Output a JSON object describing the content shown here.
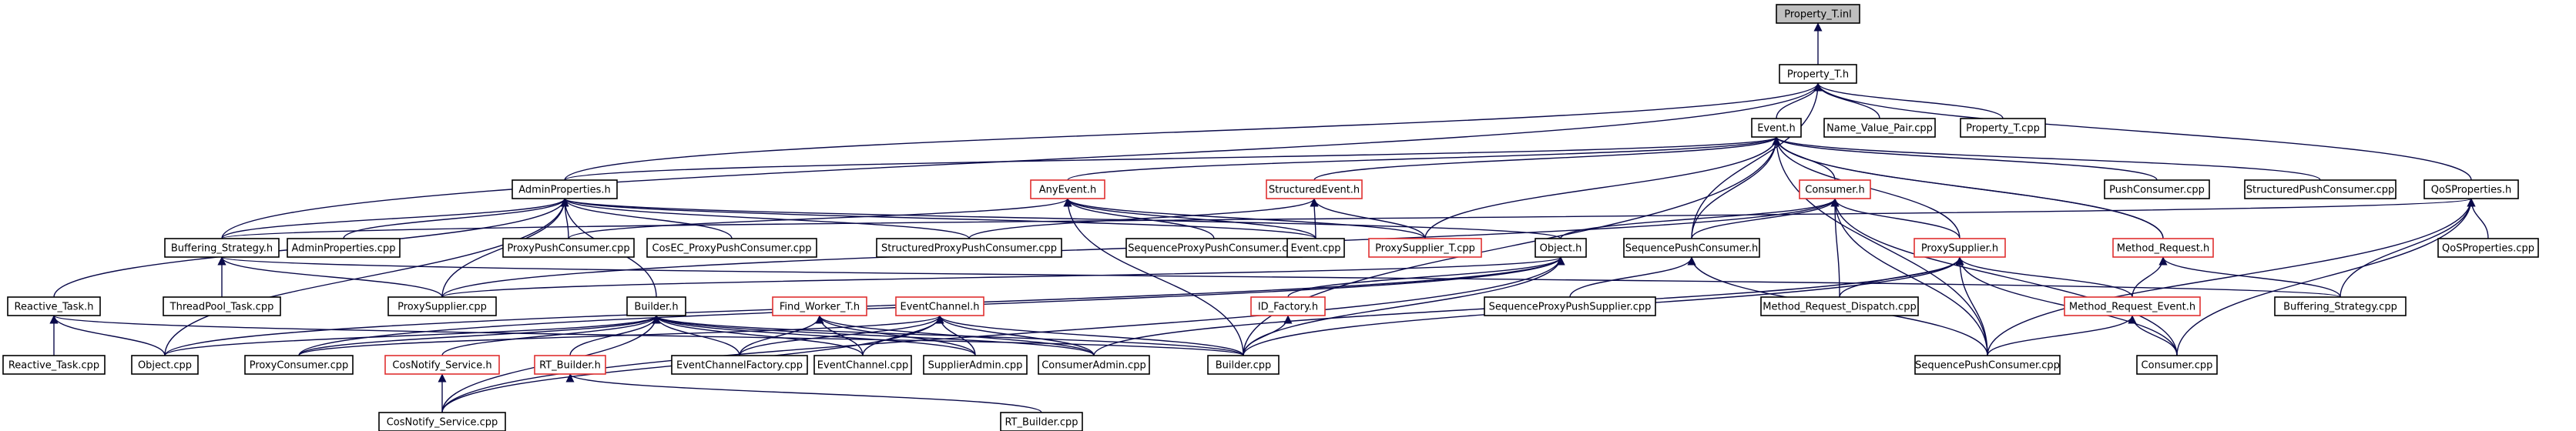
{
  "colors": {
    "edge": "#191970",
    "normal_border": "#000000",
    "highlight_border": "#e03030",
    "root_fill": "#bfbfbf"
  },
  "nodes": [
    {
      "id": "n_ptinl",
      "label": "Property_T.inl",
      "style": "root"
    },
    {
      "id": "n_pth",
      "label": "Property_T.h",
      "style": "normal"
    },
    {
      "id": "n_eventh",
      "label": "Event.h",
      "style": "normal"
    },
    {
      "id": "n_nvp",
      "label": "Name_Value_Pair.cpp",
      "style": "normal"
    },
    {
      "id": "n_ptcpp",
      "label": "Property_T.cpp",
      "style": "normal"
    },
    {
      "id": "n_adminh",
      "label": "AdminProperties.h",
      "style": "normal"
    },
    {
      "id": "n_anyevh",
      "label": "AnyEvent.h",
      "style": "red"
    },
    {
      "id": "n_sevh",
      "label": "StructuredEvent.h",
      "style": "red"
    },
    {
      "id": "n_consh",
      "label": "Consumer.h",
      "style": "red"
    },
    {
      "id": "n_pushcons",
      "label": "PushConsumer.cpp",
      "style": "normal"
    },
    {
      "id": "n_spushcons",
      "label": "StructuredPushConsumer.cpp",
      "style": "normal"
    },
    {
      "id": "n_qosh",
      "label": "QoSProperties.h",
      "style": "normal"
    },
    {
      "id": "n_buffh",
      "label": "Buffering_Strategy.h",
      "style": "normal"
    },
    {
      "id": "n_admincpp",
      "label": "AdminProperties.cpp",
      "style": "normal"
    },
    {
      "id": "n_ppc",
      "label": "ProxyPushConsumer.cpp",
      "style": "normal"
    },
    {
      "id": "n_cosec",
      "label": "CosEC_ProxyPushConsumer.cpp",
      "style": "normal"
    },
    {
      "id": "n_sppc",
      "label": "StructuredProxyPushConsumer.cpp",
      "style": "normal"
    },
    {
      "id": "n_seqppc",
      "label": "SequenceProxyPushConsumer.cpp",
      "style": "normal"
    },
    {
      "id": "n_eventcpp",
      "label": "Event.cpp",
      "style": "normal"
    },
    {
      "id": "n_pstcpp",
      "label": "ProxySupplier_T.cpp",
      "style": "red"
    },
    {
      "id": "n_objh",
      "label": "Object.h",
      "style": "normal"
    },
    {
      "id": "n_seqpch",
      "label": "SequencePushConsumer.h",
      "style": "normal"
    },
    {
      "id": "n_psh",
      "label": "ProxySupplier.h",
      "style": "red"
    },
    {
      "id": "n_mrh",
      "label": "Method_Request.h",
      "style": "red"
    },
    {
      "id": "n_qoscpp",
      "label": "QoSProperties.cpp",
      "style": "normal"
    },
    {
      "id": "n_reacth",
      "label": "Reactive_Task.h",
      "style": "normal"
    },
    {
      "id": "n_tptcpp",
      "label": "ThreadPool_Task.cpp",
      "style": "normal"
    },
    {
      "id": "n_pscpp",
      "label": "ProxySupplier.cpp",
      "style": "normal"
    },
    {
      "id": "n_builderh",
      "label": "Builder.h",
      "style": "normal"
    },
    {
      "id": "n_fwth",
      "label": "Find_Worker_T.h",
      "style": "red"
    },
    {
      "id": "n_ech",
      "label": "EventChannel.h",
      "style": "red"
    },
    {
      "id": "n_idfh",
      "label": "ID_Factory.h",
      "style": "red"
    },
    {
      "id": "n_seqpscpp",
      "label": "SequenceProxyPushSupplier.cpp",
      "style": "normal"
    },
    {
      "id": "n_mrdcpp",
      "label": "Method_Request_Dispatch.cpp",
      "style": "normal"
    },
    {
      "id": "n_mreh",
      "label": "Method_Request_Event.h",
      "style": "red"
    },
    {
      "id": "n_bscpp",
      "label": "Buffering_Strategy.cpp",
      "style": "normal"
    },
    {
      "id": "n_reactcpp",
      "label": "Reactive_Task.cpp",
      "style": "normal"
    },
    {
      "id": "n_objcpp",
      "label": "Object.cpp",
      "style": "normal"
    },
    {
      "id": "n_pccpp",
      "label": "ProxyConsumer.cpp",
      "style": "normal"
    },
    {
      "id": "n_cosnsh",
      "label": "CosNotify_Service.h",
      "style": "red"
    },
    {
      "id": "n_rtbh",
      "label": "RT_Builder.h",
      "style": "red"
    },
    {
      "id": "n_ecfcpp",
      "label": "EventChannelFactory.cpp",
      "style": "normal"
    },
    {
      "id": "n_eccpp",
      "label": "EventChannel.cpp",
      "style": "normal"
    },
    {
      "id": "n_sacpp",
      "label": "SupplierAdmin.cpp",
      "style": "normal"
    },
    {
      "id": "n_cacpp",
      "label": "ConsumerAdmin.cpp",
      "style": "normal"
    },
    {
      "id": "n_buildercpp",
      "label": "Builder.cpp",
      "style": "normal"
    },
    {
      "id": "n_seqpccpp",
      "label": "SequencePushConsumer.cpp",
      "style": "normal"
    },
    {
      "id": "n_conscpp",
      "label": "Consumer.cpp",
      "style": "normal"
    },
    {
      "id": "n_cosnscpp",
      "label": "CosNotify_Service.cpp",
      "style": "normal"
    },
    {
      "id": "n_rtbcpp",
      "label": "RT_Builder.cpp",
      "style": "normal"
    }
  ],
  "edges": [
    [
      "n_pth",
      "n_ptinl"
    ],
    [
      "n_eventh",
      "n_pth"
    ],
    [
      "n_nvp",
      "n_pth"
    ],
    [
      "n_ptcpp",
      "n_pth"
    ],
    [
      "n_adminh",
      "n_pth"
    ],
    [
      "n_qosh",
      "n_pth"
    ],
    [
      "n_buffh",
      "n_pth"
    ],
    [
      "n_seqpch",
      "n_pth"
    ],
    [
      "n_anyevh",
      "n_eventh"
    ],
    [
      "n_sevh",
      "n_eventh"
    ],
    [
      "n_consh",
      "n_eventh"
    ],
    [
      "n_pushcons",
      "n_eventh"
    ],
    [
      "n_spushcons",
      "n_eventh"
    ],
    [
      "n_seqpch",
      "n_eventh"
    ],
    [
      "n_psh",
      "n_eventh"
    ],
    [
      "n_mrh",
      "n_eventh"
    ],
    [
      "n_seqpccpp",
      "n_eventh"
    ],
    [
      "n_pstcpp",
      "n_eventh"
    ],
    [
      "n_buildercpp",
      "n_eventh"
    ],
    [
      "n_adminh",
      "n_eventh"
    ],
    [
      "n_buffh",
      "n_adminh"
    ],
    [
      "n_admincpp",
      "n_adminh"
    ],
    [
      "n_ppc",
      "n_adminh"
    ],
    [
      "n_cosec",
      "n_adminh"
    ],
    [
      "n_sppc",
      "n_adminh"
    ],
    [
      "n_eventcpp",
      "n_adminh"
    ],
    [
      "n_objh",
      "n_adminh"
    ],
    [
      "n_reacth",
      "n_adminh"
    ],
    [
      "n_pscpp",
      "n_adminh"
    ],
    [
      "n_builderh",
      "n_adminh"
    ],
    [
      "n_objcpp",
      "n_adminh"
    ],
    [
      "n_ppc",
      "n_anyevh"
    ],
    [
      "n_seqppc",
      "n_anyevh"
    ],
    [
      "n_eventcpp",
      "n_anyevh"
    ],
    [
      "n_pstcpp",
      "n_anyevh"
    ],
    [
      "n_buildercpp",
      "n_anyevh"
    ],
    [
      "n_sppc",
      "n_sevh"
    ],
    [
      "n_eventcpp",
      "n_sevh"
    ],
    [
      "n_pstcpp",
      "n_sevh"
    ],
    [
      "n_seqpch",
      "n_consh"
    ],
    [
      "n_psh",
      "n_consh"
    ],
    [
      "n_objh",
      "n_consh"
    ],
    [
      "n_mrdcpp",
      "n_consh"
    ],
    [
      "n_seqpccpp",
      "n_consh"
    ],
    [
      "n_conscpp",
      "n_consh"
    ],
    [
      "n_pscpp",
      "n_consh"
    ],
    [
      "n_bscpp",
      "n_qosh"
    ],
    [
      "n_qoscpp",
      "n_qosh"
    ],
    [
      "n_seqpccpp",
      "n_qosh"
    ],
    [
      "n_conscpp",
      "n_qosh"
    ],
    [
      "n_buffh",
      "n_qosh"
    ],
    [
      "n_tptcpp",
      "n_buffh"
    ],
    [
      "n_pscpp",
      "n_buffh"
    ],
    [
      "n_bscpp",
      "n_buffh"
    ],
    [
      "n_mrh",
      "n_eventh"
    ],
    [
      "n_mreh",
      "n_mrh"
    ],
    [
      "n_bscpp",
      "n_mrh"
    ],
    [
      "n_mreh",
      "n_psh"
    ],
    [
      "n_mrdcpp",
      "n_psh"
    ],
    [
      "n_seqpccpp",
      "n_psh"
    ],
    [
      "n_conscpp",
      "n_psh"
    ],
    [
      "n_buildercpp",
      "n_psh"
    ],
    [
      "n_cacpp",
      "n_psh"
    ],
    [
      "n_seqpscpp",
      "n_seqpch"
    ],
    [
      "n_seqpccpp",
      "n_seqpch"
    ],
    [
      "n_seqpccpp",
      "n_mreh"
    ],
    [
      "n_conscpp",
      "n_mreh"
    ],
    [
      "n_reactcpp",
      "n_reacth"
    ],
    [
      "n_objcpp",
      "n_reacth"
    ],
    [
      "n_buildercpp",
      "n_reacth"
    ],
    [
      "n_objcpp",
      "n_builderh"
    ],
    [
      "n_pccpp",
      "n_builderh"
    ],
    [
      "n_cosnsh",
      "n_builderh"
    ],
    [
      "n_rtbh",
      "n_builderh"
    ],
    [
      "n_ecfcpp",
      "n_builderh"
    ],
    [
      "n_eccpp",
      "n_builderh"
    ],
    [
      "n_sacpp",
      "n_builderh"
    ],
    [
      "n_cacpp",
      "n_builderh"
    ],
    [
      "n_buildercpp",
      "n_builderh"
    ],
    [
      "n_cosnscpp",
      "n_builderh"
    ],
    [
      "n_ecfcpp",
      "n_ech"
    ],
    [
      "n_eccpp",
      "n_ech"
    ],
    [
      "n_sacpp",
      "n_ech"
    ],
    [
      "n_cacpp",
      "n_ech"
    ],
    [
      "n_buildercpp",
      "n_ech"
    ],
    [
      "n_cosnscpp",
      "n_ech"
    ],
    [
      "n_pccpp",
      "n_ech"
    ],
    [
      "n_ecfcpp",
      "n_fwth"
    ],
    [
      "n_eccpp",
      "n_fwth"
    ],
    [
      "n_sacpp",
      "n_fwth"
    ],
    [
      "n_cacpp",
      "n_fwth"
    ],
    [
      "n_buildercpp",
      "n_idfh"
    ],
    [
      "n_pscpp",
      "n_objh"
    ],
    [
      "n_objcpp",
      "n_objh"
    ],
    [
      "n_pccpp",
      "n_objh"
    ],
    [
      "n_buildercpp",
      "n_objh"
    ],
    [
      "n_idfh",
      "n_objh"
    ],
    [
      "n_cosnscpp",
      "n_objh"
    ],
    [
      "n_cosnscpp",
      "n_cosnsh"
    ],
    [
      "n_rtbcpp",
      "n_rtbh"
    ]
  ]
}
